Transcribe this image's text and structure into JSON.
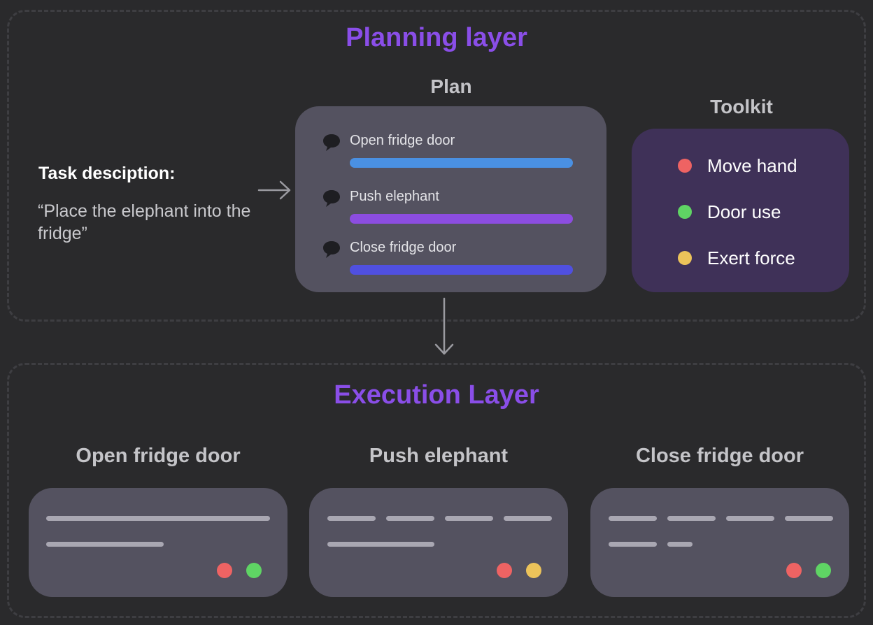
{
  "planning_layer": {
    "title": "Planning layer",
    "task_label": "Task desciption:",
    "task_text": "“Place the elephant into the fridge”"
  },
  "plan": {
    "title": "Plan",
    "items": [
      {
        "label": "Open fridge door",
        "bar_color": "#4a90e2"
      },
      {
        "label": "Push elephant",
        "bar_color": "#8c4de0"
      },
      {
        "label": "Close fridge door",
        "bar_color": "#5050e0"
      }
    ]
  },
  "toolkit": {
    "title": "Toolkit",
    "items": [
      {
        "label": "Move hand",
        "color": "#ee6363"
      },
      {
        "label": "Door use",
        "color": "#5fd464"
      },
      {
        "label": "Exert force",
        "color": "#ecc35a"
      }
    ]
  },
  "execution_layer": {
    "title": "Execution Layer",
    "steps": [
      {
        "label": "Open fridge door",
        "dots": [
          "#ee6363",
          "#5fd464"
        ]
      },
      {
        "label": "Push elephant",
        "dots": [
          "#ee6363",
          "#ecc35a"
        ]
      },
      {
        "label": "Close fridge door",
        "dots": [
          "#ee6363",
          "#5fd464"
        ]
      }
    ]
  },
  "colors": {
    "background": "#2a2a2c",
    "accent": "#8a4ee8",
    "card": "#545260",
    "toolkit_card": "#3f3158"
  }
}
